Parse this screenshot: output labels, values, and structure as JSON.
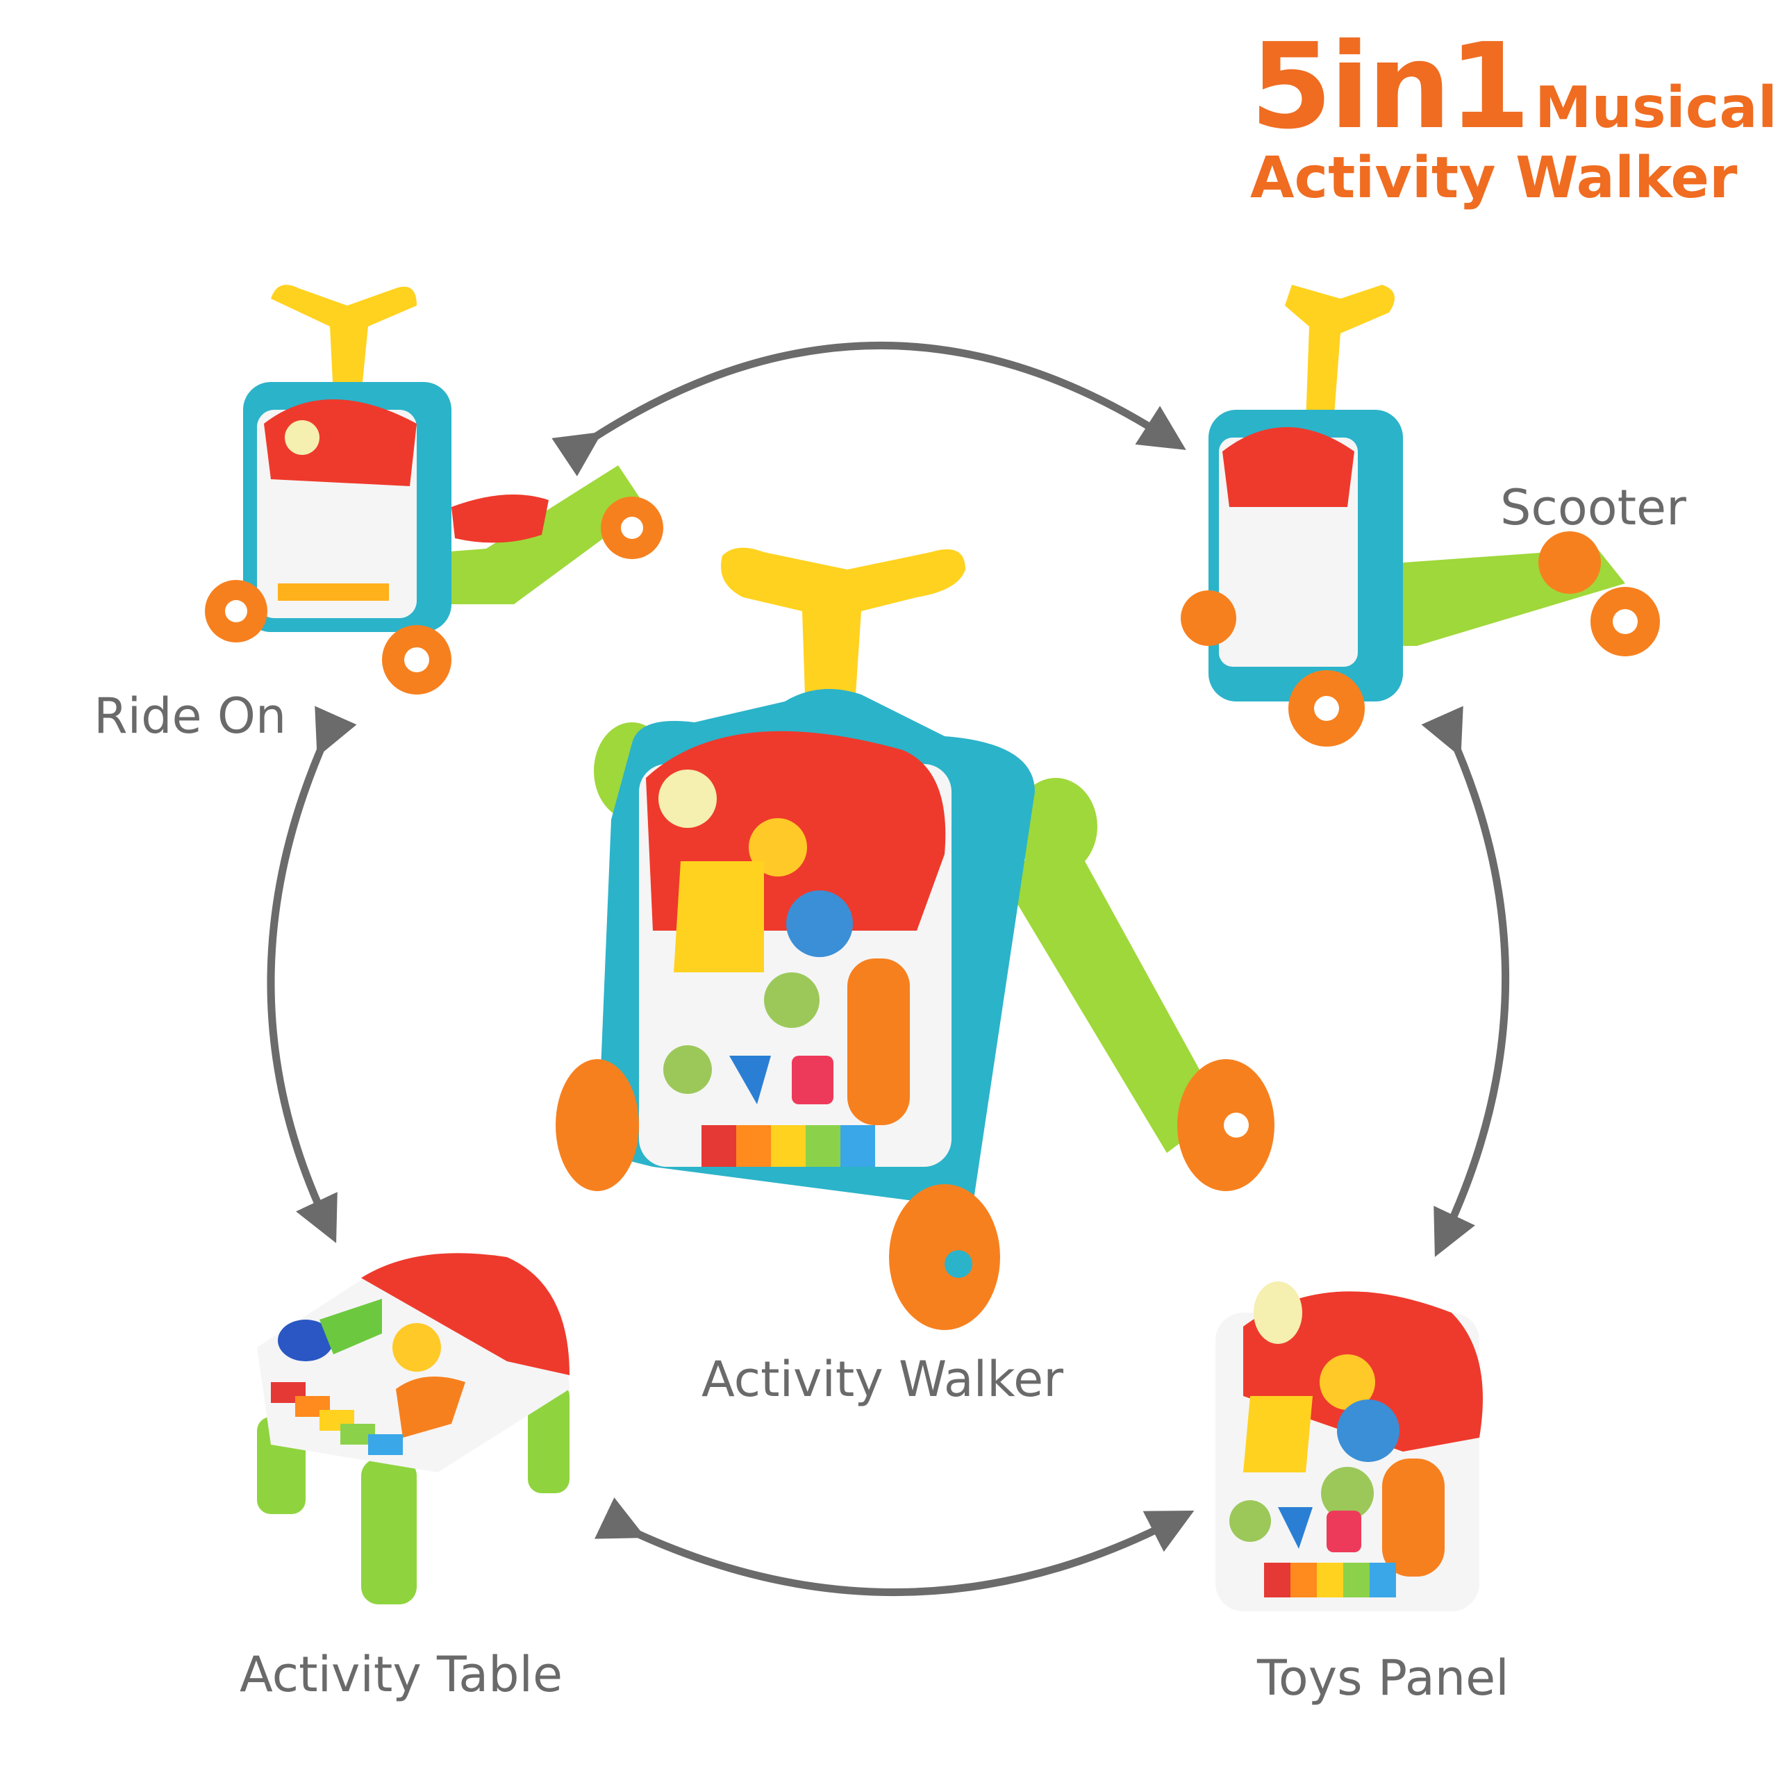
{
  "title": {
    "number_part": "5in1",
    "line1_rest": "Musical",
    "line2": "Activity Walker"
  },
  "modes": [
    {
      "id": "ride-on",
      "label": "Ride On"
    },
    {
      "id": "scooter",
      "label": "Scooter"
    },
    {
      "id": "activity-walker",
      "label": "Activity Walker"
    },
    {
      "id": "activity-table",
      "label": "Activity Table"
    },
    {
      "id": "toys-panel",
      "label": "Toys Panel"
    }
  ],
  "colors": {
    "title_orange": "#ef6c21",
    "label_gray": "#6a6a6a",
    "arrow_gray": "#6b6b6b",
    "toy_teal": "#2bb3c9",
    "toy_yellow": "#ffd21f",
    "toy_red": "#ee3a2c",
    "toy_green": "#9fd83a",
    "toy_orange": "#f7801e"
  }
}
